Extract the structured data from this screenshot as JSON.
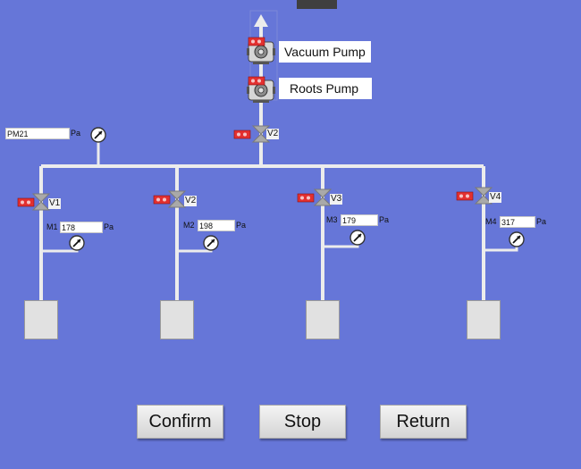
{
  "pumps": {
    "vacuum_label": "Vacuum Pump",
    "roots_label": "Roots Pump"
  },
  "main_gauge": {
    "tag": "PM",
    "value": "21",
    "unit": "Pa"
  },
  "main_valve": {
    "tag": "V2"
  },
  "branches": [
    {
      "valve": "V1",
      "gauge_tag": "M1",
      "gauge_value": "178",
      "unit": "Pa"
    },
    {
      "valve": "V2",
      "gauge_tag": "M2",
      "gauge_value": "198",
      "unit": "Pa"
    },
    {
      "valve": "V3",
      "gauge_tag": "M3",
      "gauge_value": "179",
      "unit": "Pa"
    },
    {
      "valve": "V4",
      "gauge_tag": "M4",
      "gauge_value": "317",
      "unit": "Pa"
    }
  ],
  "buttons": {
    "confirm": "Confirm",
    "stop": "Stop",
    "return": "Return"
  },
  "colors": {
    "background": "#6676d8",
    "pipe": "#ececec",
    "valve_status": "#e33030",
    "button_face": "#e6e6e6"
  },
  "icons": {
    "pump": "pump-icon",
    "valve": "valve-icon",
    "gauge": "pressure-gauge-icon",
    "flow": "up-arrow-icon"
  }
}
